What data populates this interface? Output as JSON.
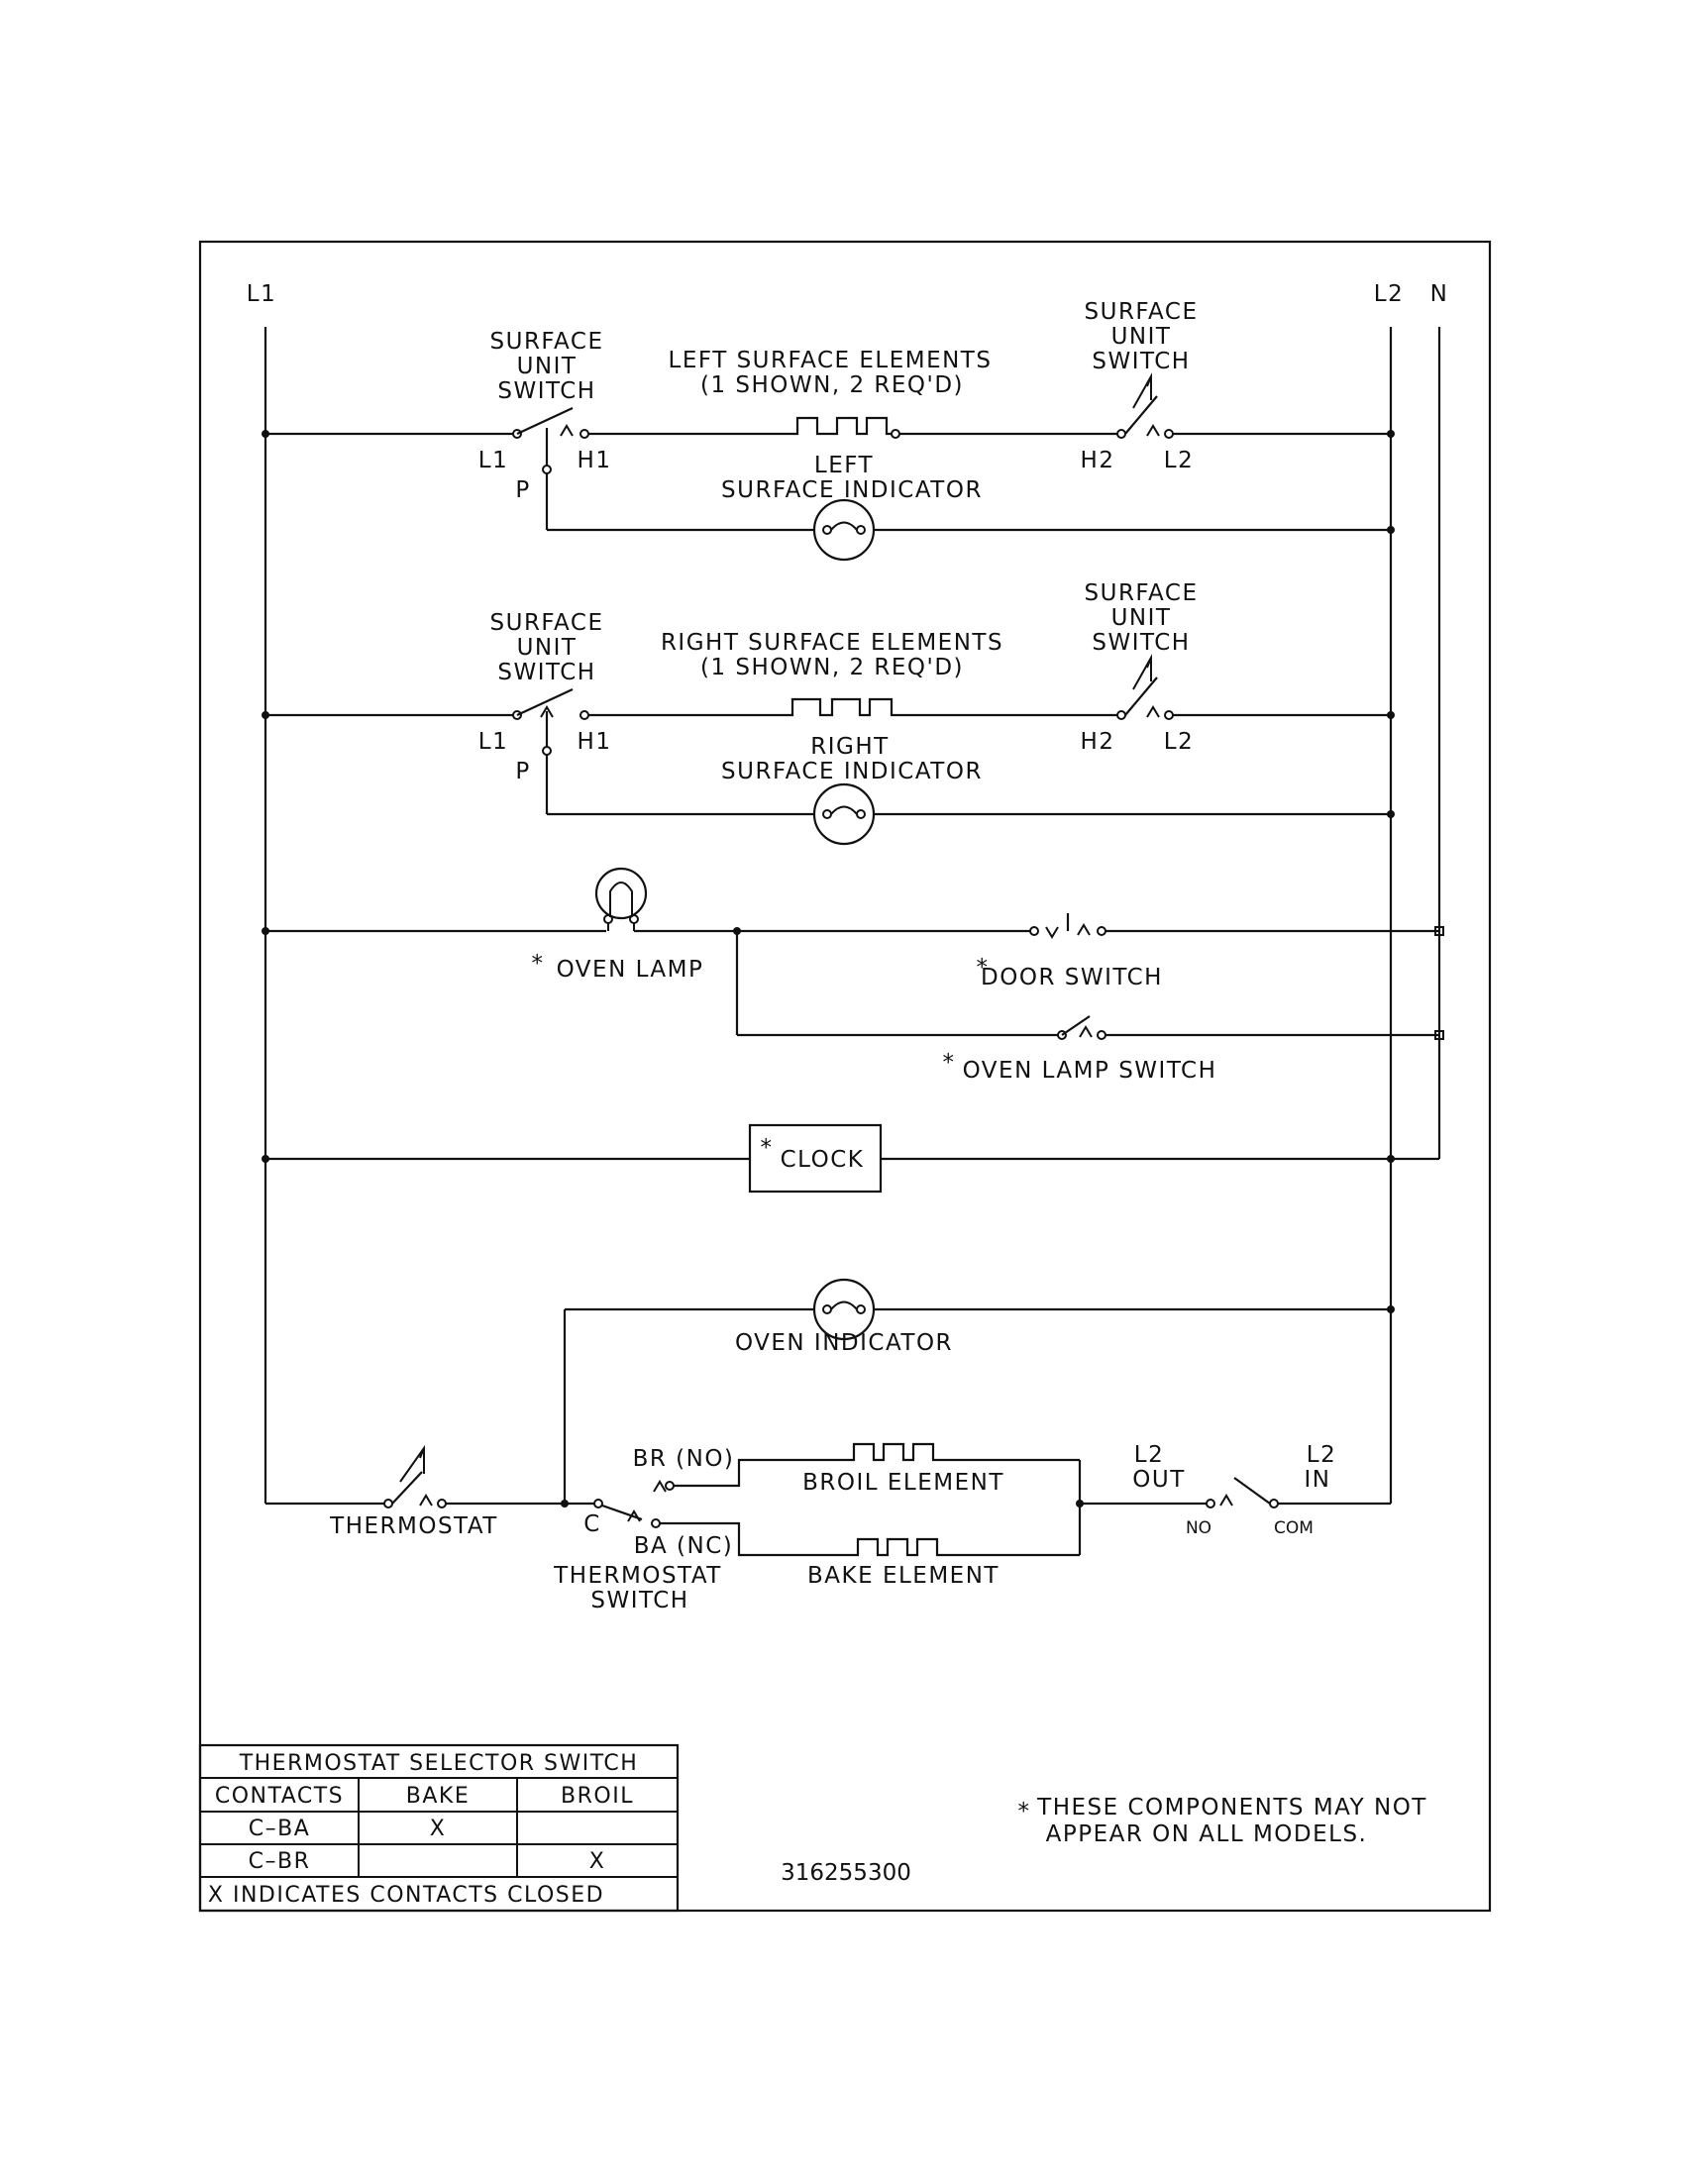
{
  "rails": {
    "l1": "L1",
    "l2": "L2",
    "n": "N"
  },
  "left_row": {
    "switch_title": [
      "SURFACE",
      "UNIT",
      "SWITCH"
    ],
    "elements_title": "LEFT SURFACE ELEMENTS",
    "elements_note": "(1 SHOWN, 2 REQ'D)",
    "indicator_title": [
      "LEFT",
      "SURFACE INDICATOR"
    ],
    "right_switch_title": [
      "SURFACE",
      "UNIT",
      "SWITCH"
    ],
    "t_l1": "L1",
    "t_h1": "H1",
    "t_p": "P",
    "t_h2": "H2",
    "t_l2": "L2"
  },
  "right_row": {
    "switch_title": [
      "SURFACE",
      "UNIT",
      "SWITCH"
    ],
    "elements_title": "RIGHT SURFACE ELEMENTS",
    "elements_note": "(1 SHOWN, 2 REQ'D)",
    "indicator_title": [
      "RIGHT",
      "SURFACE INDICATOR"
    ],
    "right_switch_title": [
      "SURFACE",
      "UNIT",
      "SWITCH"
    ],
    "t_l1": "L1",
    "t_h1": "H1",
    "t_p": "P",
    "t_h2": "H2",
    "t_l2": "L2"
  },
  "lamp_row": {
    "asterisk": "*",
    "oven_lamp": "OVEN LAMP",
    "door_switch": "DOOR SWITCH",
    "oven_lamp_switch": "OVEN LAMP SWITCH"
  },
  "clock": {
    "asterisk": "*",
    "label": "CLOCK"
  },
  "oven": {
    "oven_indicator": "OVEN INDICATOR",
    "thermostat": "THERMOSTAT",
    "c": "C",
    "br_no": "BR (NO)",
    "ba_nc": "BA (NC)",
    "thermostat_switch": [
      "THERMOSTAT",
      "SWITCH"
    ],
    "broil_element": "BROIL ELEMENT",
    "bake_element": "BAKE ELEMENT",
    "l2_out": [
      "L2",
      "OUT"
    ],
    "l2_in": [
      "L2",
      "IN"
    ],
    "no": "NO",
    "com": "COM"
  },
  "selector_table": {
    "title": "THERMOSTAT SELECTOR SWITCH",
    "headers": [
      "CONTACTS",
      "BAKE",
      "BROIL"
    ],
    "rows": [
      [
        "C–BA",
        "X",
        ""
      ],
      [
        "C–BR",
        "",
        "X"
      ]
    ],
    "footer": "X INDICATES CONTACTS CLOSED"
  },
  "footnote": {
    "asterisk": "*",
    "line1": "THESE COMPONENTS MAY NOT",
    "line2": "APPEAR ON ALL MODELS."
  },
  "part_number": "316255300"
}
